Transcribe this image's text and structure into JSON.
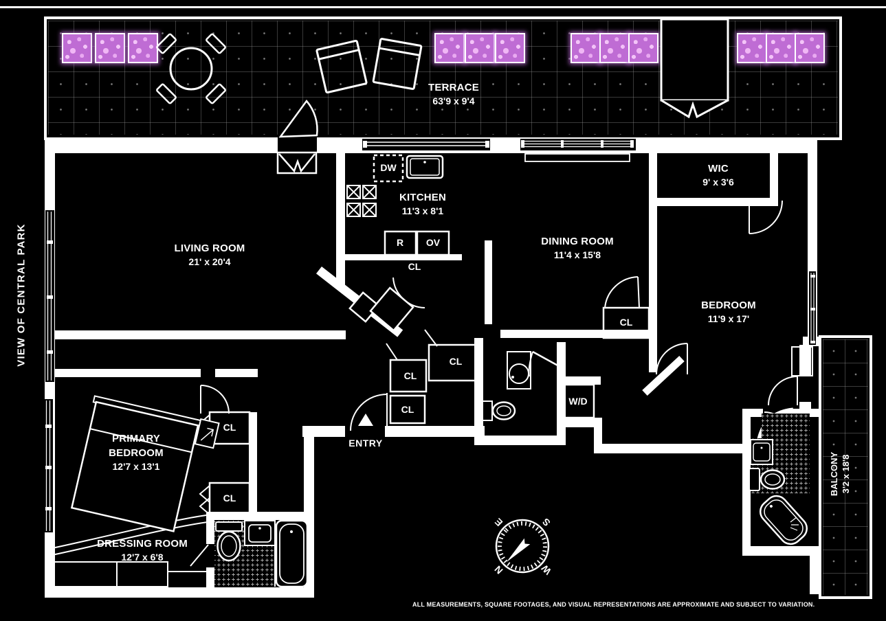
{
  "title": {
    "side_note": "VIEW OF CENTRAL PARK"
  },
  "rooms": {
    "terrace": {
      "name": "TERRACE",
      "dims": "63'9 x 9'4"
    },
    "living_room": {
      "name": "LIVING ROOM",
      "dims": "21' x 20'4"
    },
    "kitchen": {
      "name": "KITCHEN",
      "dims": "11'3 x 8'1"
    },
    "dining_room": {
      "name": "DINING ROOM",
      "dims": "11'4 x 15'8"
    },
    "wic": {
      "name": "WIC",
      "dims": "9' x 3'6"
    },
    "bedroom": {
      "name": "BEDROOM",
      "dims": "11'9 x 17'"
    },
    "primary_bedroom": {
      "name": "PRIMARY BEDROOM",
      "dims": "12'7 x 13'1"
    },
    "dressing_room": {
      "name": "DRESSING ROOM",
      "dims": "12'7 x 6'8"
    },
    "balcony": {
      "name": "BALCONY",
      "dims": "3'2 x 18'8"
    }
  },
  "labels": {
    "entry": "ENTRY",
    "closet": "CL",
    "washer_dryer": "W/D",
    "dishwasher": "DW",
    "refrigerator": "R",
    "oven": "OV"
  },
  "compass": {
    "north": "N",
    "south": "S",
    "east": "E",
    "west": "W"
  },
  "footer": {
    "disclaimer": "ALL MEASUREMENTS, SQUARE FOOTAGES, AND VISUAL REPRESENTATIONS ARE APPROXIMATE AND SUBJECT TO VARIATION."
  },
  "colors": {
    "background": "#000000",
    "lines": "#ffffff",
    "planter_fill": "#bf6cd4",
    "planter_bloom": "#f3c4f8"
  }
}
